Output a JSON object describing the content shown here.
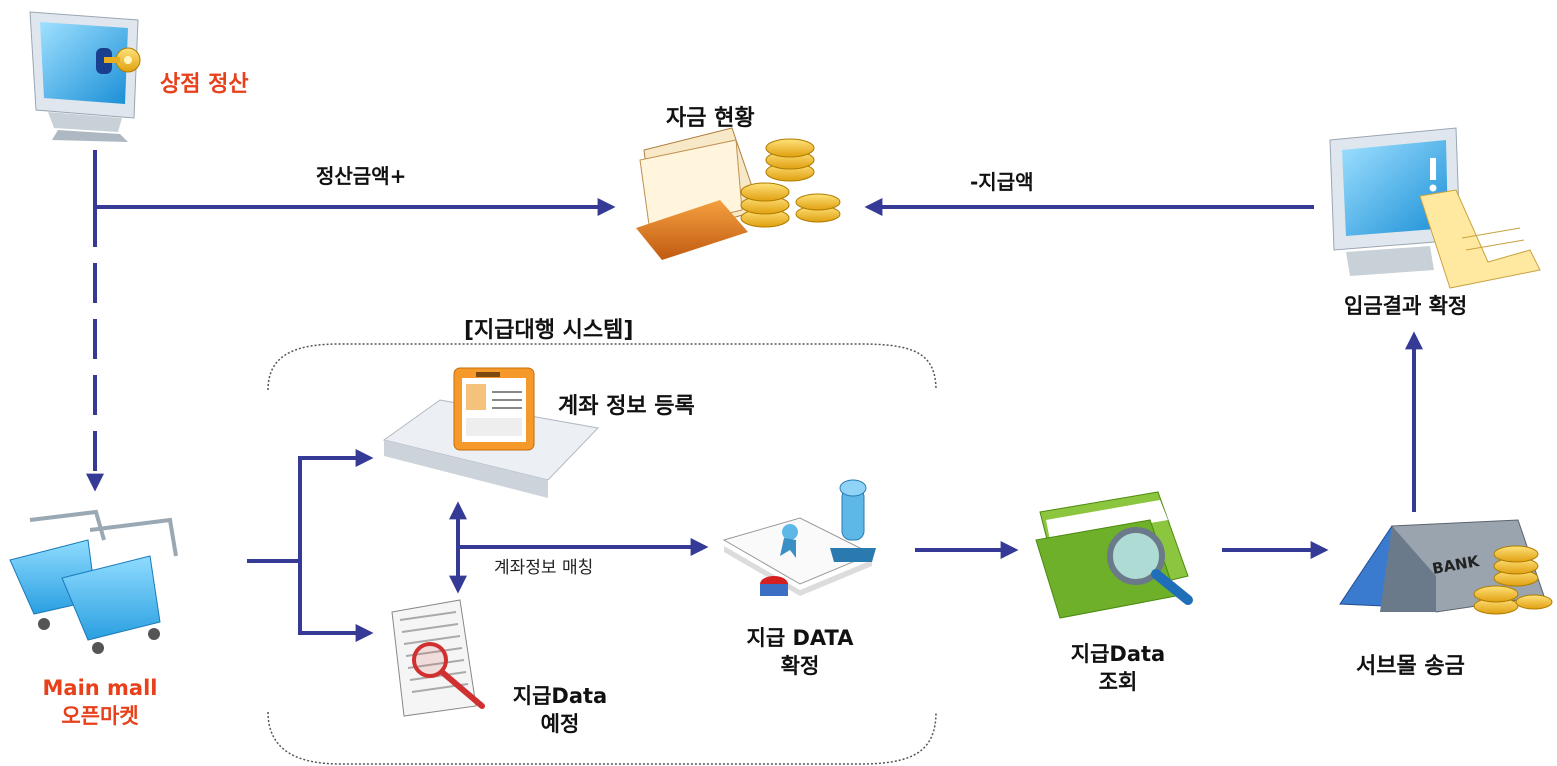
{
  "labels": {
    "merchant_settlement": "상점 정산",
    "funds_status": "자금 현황",
    "settlement_amount_plus": "정산금액+",
    "payment_amount_minus": "-지급액",
    "deposit_result_confirm": "입금결과 확정",
    "payment_agent_system": "[지급대행 시스템]",
    "account_info_register": "계좌 정보 등록",
    "account_info_matching": "계좌정보 매칭",
    "payment_data_confirm": [
      "지급 DATA",
      "확정"
    ],
    "payment_data_inquiry": [
      "지급Data",
      "조회"
    ],
    "submall_remittance": "서브몰 송금",
    "payment_data_schedule": [
      "지급Data",
      "예정"
    ],
    "main_mall": [
      "Main mall",
      "오픈마켓"
    ],
    "bank_sign": "BANK"
  },
  "colors": {
    "arrow": "#343a96",
    "highlight_text": "#e8401a",
    "text": "#111111",
    "system_border": "#555555"
  },
  "icons": {
    "merchant": "monitor-key-icon",
    "funds": "folder-coins-icon",
    "deposit": "monitor-receipt-icon",
    "account_register": "id-card-tray-icon",
    "payment_schedule": "document-magnifier-icon",
    "payment_confirm": "stamp-certificate-icon",
    "payment_inquiry": "folder-magnifier-icon",
    "remittance": "bank-coins-icon",
    "main_mall": "shopping-carts-icon"
  }
}
